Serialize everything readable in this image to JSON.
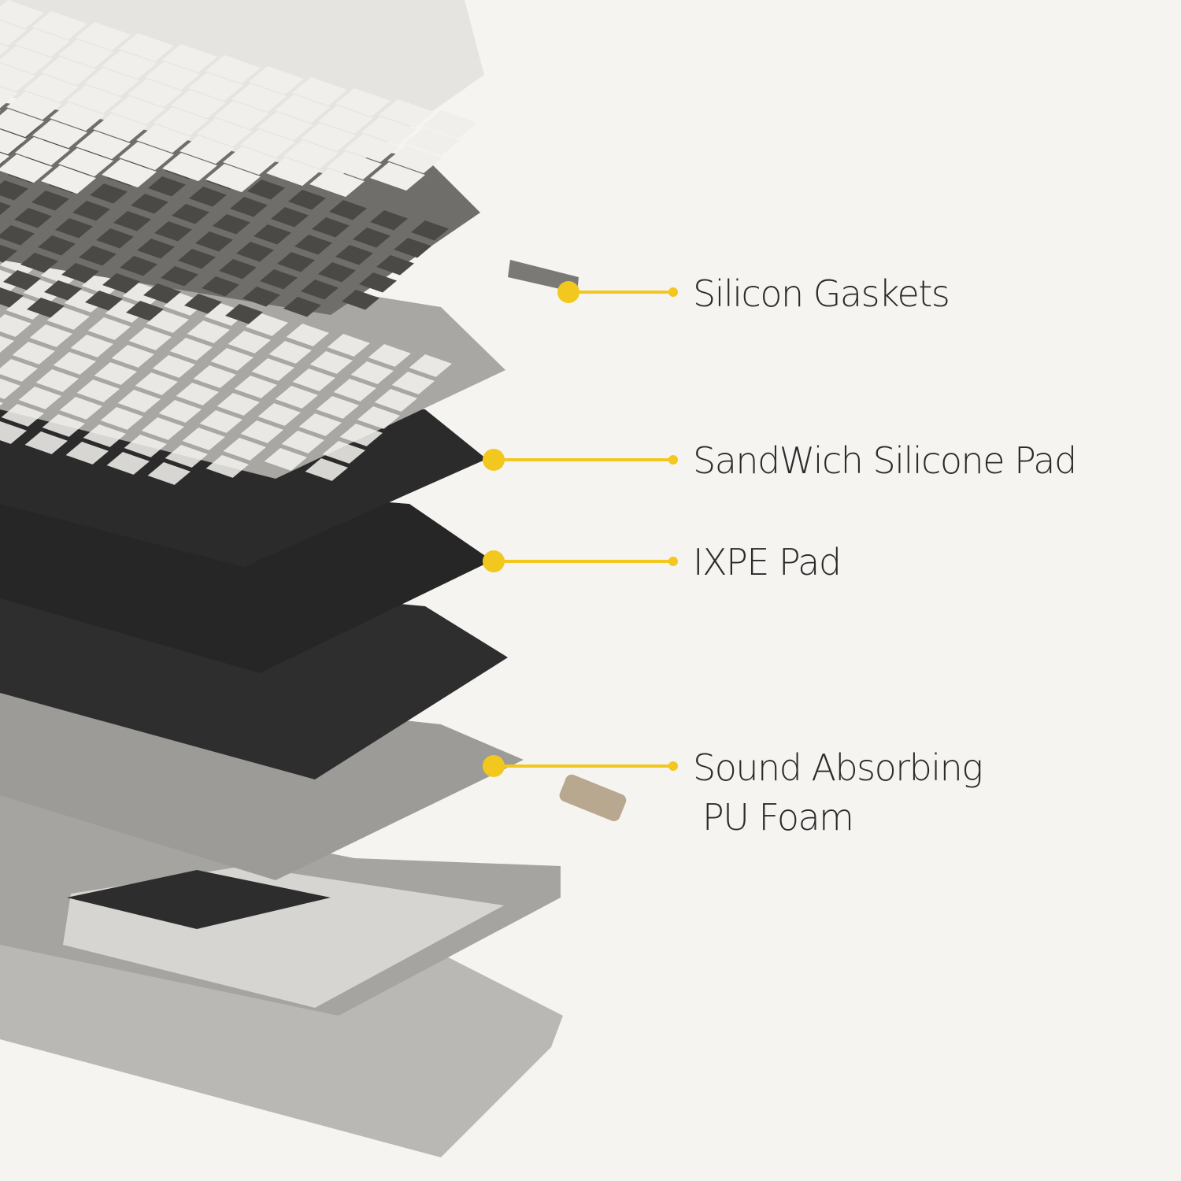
{
  "callouts": [
    {
      "label": "Silicon Gaskets"
    },
    {
      "label": "SandWich Silicone Pad"
    },
    {
      "label": "IXPE Pad"
    },
    {
      "label": "Sound Absorbing",
      "label_line2": "PU Foam"
    }
  ],
  "colors": {
    "background": "#f6f4f1",
    "accent_yellow": "#f2c81e",
    "text": "#2a2a2a",
    "keycaps": "#e6e4e0",
    "switches": "#6f6e6b",
    "plate": "#a8a7a4",
    "pads": "#2b2b2b",
    "foam": "#9c9b98",
    "case": "#b9b8b5"
  }
}
